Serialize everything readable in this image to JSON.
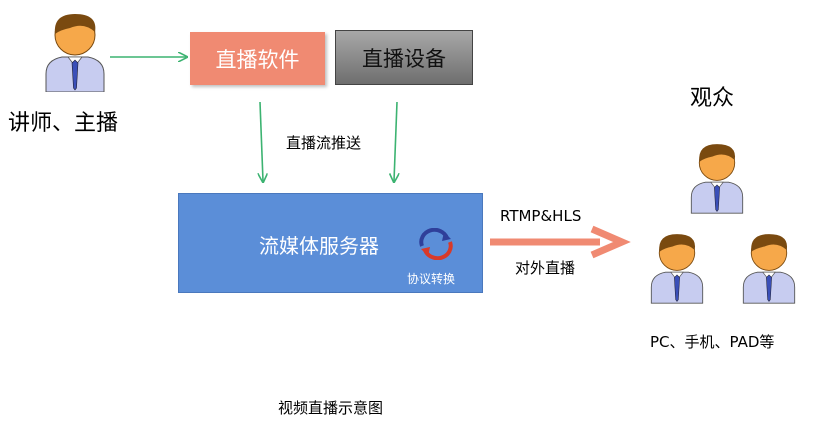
{
  "presenter": {
    "label": "讲师、主播"
  },
  "boxes": {
    "software": "直播软件",
    "device": "直播设备",
    "server": "流媒体服务器",
    "protocol_convert": "协议转换"
  },
  "edges": {
    "push_stream": "直播流推送",
    "protocols": "RTMP&HLS",
    "external_live": "对外直播"
  },
  "audience": {
    "label": "观众",
    "devices": "PC、手机、PAD等"
  },
  "caption": "视频直播示意图",
  "colors": {
    "software_box": "#f08a72",
    "device_box": "#8a8a8a",
    "server_box": "#5b8ed8",
    "green_arrow": "#3cb371",
    "salmon_arrow": "#f08a72"
  }
}
